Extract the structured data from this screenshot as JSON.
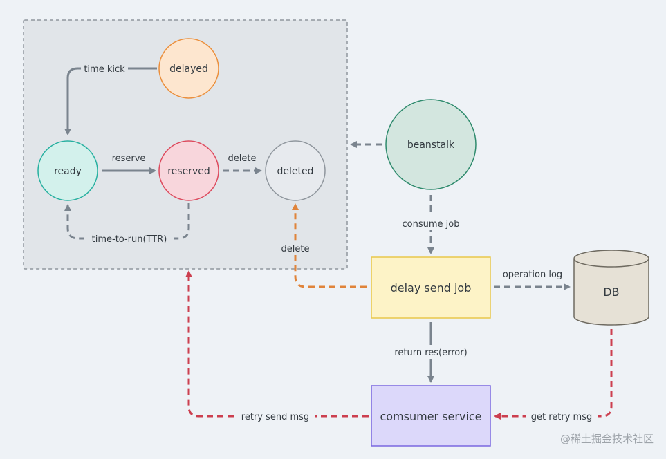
{
  "nodes": {
    "delayed": "delayed",
    "ready": "ready",
    "reserved": "reserved",
    "deleted": "deleted",
    "beanstalk": "beanstalk",
    "delay_send_job": "delay send job",
    "db": "DB",
    "consumer_service": "comsumer service"
  },
  "edges": {
    "time_kick": "time kick",
    "reserve": "reserve",
    "delete_state": "delete",
    "ttr": "time-to-run(TTR)",
    "consume_job": "consume job",
    "delete_job": "delete",
    "operation_log": "operation log",
    "return_res": "return res(error)",
    "retry_send_msg": "retry send msg",
    "get_retry_msg": "get retry msg"
  },
  "watermark": "@稀土掘金技术社区",
  "colors": {
    "gray_edge": "#7a848e",
    "orange_edge": "#e0843a",
    "red_edge": "#cc3f4f",
    "delayed_stroke": "#eb8f3c",
    "delayed_fill": "#fde6cf",
    "ready_stroke": "#27b0a0",
    "ready_fill": "#d3f1ec",
    "reserved_stroke": "#dd4a5d",
    "reserved_fill": "#f8d6dc",
    "deleted_stroke": "#8f969d",
    "deleted_fill": "#e7eaee",
    "beanstalk_stroke": "#2f8b6d",
    "beanstalk_fill": "#d3e6df",
    "job_stroke": "#e8c74a",
    "job_fill": "#fdf3c7",
    "consumer_stroke": "#7a67e0",
    "consumer_fill": "#dcd8fa",
    "db_stroke": "#6e6a60",
    "db_fill": "#e6e1d6"
  }
}
